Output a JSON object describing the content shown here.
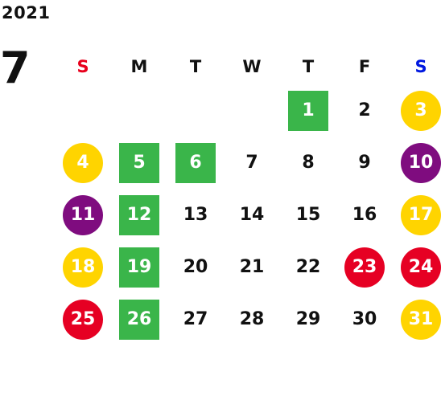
{
  "year": "2021",
  "month": "7",
  "weekdays": [
    {
      "label": "S",
      "kind": "sun"
    },
    {
      "label": "M",
      "kind": ""
    },
    {
      "label": "T",
      "kind": ""
    },
    {
      "label": "W",
      "kind": ""
    },
    {
      "label": "T",
      "kind": ""
    },
    {
      "label": "F",
      "kind": ""
    },
    {
      "label": "S",
      "kind": "sat"
    }
  ],
  "legend_colors": {
    "green": "#3ab54a",
    "yellow": "#ffd400",
    "purple": "#7f0c7f",
    "red": "#e60023",
    "sunday_label": "#e8001c",
    "saturday_label": "#0018e0"
  },
  "weeks": [
    [
      {
        "d": "",
        "style": ""
      },
      {
        "d": "",
        "style": ""
      },
      {
        "d": "",
        "style": ""
      },
      {
        "d": "",
        "style": ""
      },
      {
        "d": "1",
        "style": "green"
      },
      {
        "d": "2",
        "style": ""
      },
      {
        "d": "3",
        "style": "yellow"
      }
    ],
    [
      {
        "d": "4",
        "style": "yellow"
      },
      {
        "d": "5",
        "style": "green"
      },
      {
        "d": "6",
        "style": "green"
      },
      {
        "d": "7",
        "style": ""
      },
      {
        "d": "8",
        "style": ""
      },
      {
        "d": "9",
        "style": ""
      },
      {
        "d": "10",
        "style": "purple"
      }
    ],
    [
      {
        "d": "11",
        "style": "purple"
      },
      {
        "d": "12",
        "style": "green"
      },
      {
        "d": "13",
        "style": ""
      },
      {
        "d": "14",
        "style": ""
      },
      {
        "d": "15",
        "style": ""
      },
      {
        "d": "16",
        "style": ""
      },
      {
        "d": "17",
        "style": "yellow"
      }
    ],
    [
      {
        "d": "18",
        "style": "yellow"
      },
      {
        "d": "19",
        "style": "green"
      },
      {
        "d": "20",
        "style": ""
      },
      {
        "d": "21",
        "style": ""
      },
      {
        "d": "22",
        "style": ""
      },
      {
        "d": "23",
        "style": "red"
      },
      {
        "d": "24",
        "style": "red"
      }
    ],
    [
      {
        "d": "25",
        "style": "red"
      },
      {
        "d": "26",
        "style": "green"
      },
      {
        "d": "27",
        "style": ""
      },
      {
        "d": "28",
        "style": ""
      },
      {
        "d": "29",
        "style": ""
      },
      {
        "d": "30",
        "style": ""
      },
      {
        "d": "31",
        "style": "yellow"
      }
    ]
  ]
}
